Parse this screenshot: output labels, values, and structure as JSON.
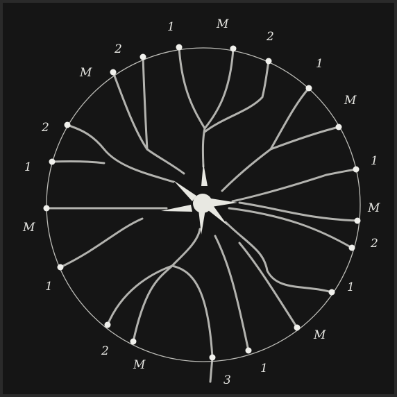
{
  "figure": {
    "palette": {
      "background": "#151515",
      "line": "#cfcfca",
      "dot": "#f0f0ec",
      "center": "#e8e8e2"
    },
    "labels": [
      "1",
      "M",
      "2",
      "1",
      "M",
      "1",
      "M",
      "2",
      "1",
      "M",
      "1",
      "3",
      "M",
      "2",
      "1",
      "M",
      "1",
      "2",
      "M",
      "2"
    ]
  }
}
